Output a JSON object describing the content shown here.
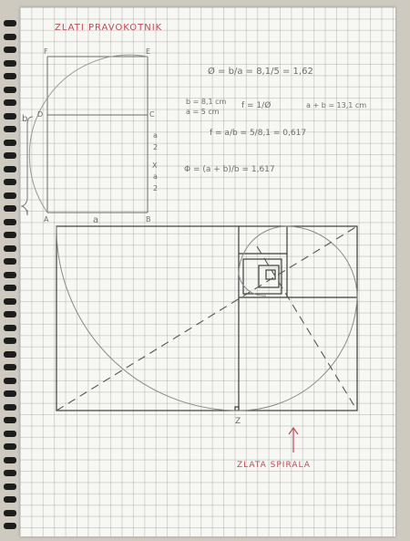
{
  "heading": "ZLATI PRAVOKOTNIK",
  "spiral_label": "ZLATA SPIRALA",
  "formulas": {
    "phi_ratio": "Ø = b/a = 8,1/5 = 1,62",
    "b_value": "b = 8,1 cm",
    "a_value": "a = 5 cm",
    "inverse": "f = 1/Ø",
    "sum": "a + b = 13,1 cm",
    "small_phi": "f = a/b = 5/8,1 = 0,617",
    "big_phi": "Φ = (a + b)/b = 1,617"
  },
  "points": {
    "A": "A",
    "B": "B",
    "C": "C",
    "D": "D",
    "E": "E",
    "F": "F",
    "X": "X",
    "Z": "Z"
  },
  "segments": {
    "a_bottom": "a",
    "b_left": "b",
    "half_num_1": "a",
    "half_den_1": "2",
    "half_num_2": "a",
    "half_den_2": "2"
  },
  "colors": {
    "ink": "#4a4a4a",
    "pencil": "#8a8a8a",
    "red_pen": "#c14a55",
    "paper": "#f7f7f4"
  }
}
